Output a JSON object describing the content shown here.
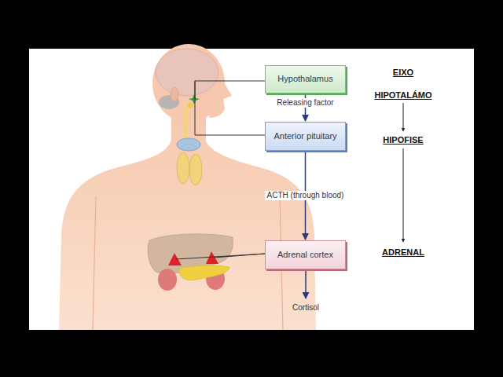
{
  "diagram": {
    "nodes": [
      {
        "text": [
          "Hypothalamus"
        ]
      },
      {
        "text": [
          "Anterior pituitary"
        ]
      },
      {
        "text": [
          "Adrenal cortex"
        ]
      }
    ],
    "edges": [
      {
        "from": 0,
        "to": 1,
        "label": "Releasing factor",
        "arrow": "to"
      },
      {
        "from": 1,
        "to": 2,
        "label": "ACTH (through blood)",
        "arrow": "to"
      }
    ],
    "labels": [
      "Cortisol",
      "EIXO",
      "HIPOTALÁMO",
      "HIPOFISE",
      "ADRENAL"
    ]
  }
}
